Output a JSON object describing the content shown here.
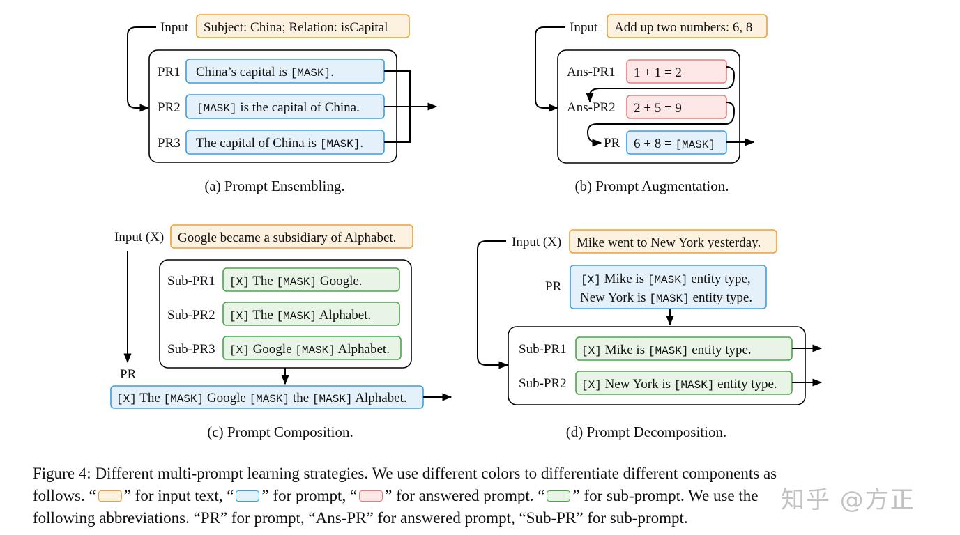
{
  "panel_a": {
    "input_label": "Input",
    "input_text": "Subject: China; Relation: isCapital",
    "rows": [
      {
        "label": "PR1",
        "pre": "China’s capital is ",
        "mask": "[MASK]",
        "post": "."
      },
      {
        "label": "PR2",
        "pre": "",
        "mask": "[MASK]",
        "post": "  is the capital of China."
      },
      {
        "label": "PR3",
        "pre": "The capital of China is ",
        "mask": "[MASK]",
        "post": "."
      }
    ],
    "caption": "(a) Prompt Ensembling."
  },
  "panel_b": {
    "input_label": "Input",
    "input_text": "Add up two numbers: 6, 8",
    "rows": [
      {
        "label": "Ans-PR1",
        "text": "1 + 1 = 2"
      },
      {
        "label": "Ans-PR2",
        "text": "2 + 5 = 9"
      }
    ],
    "pr_label": "PR",
    "pr_pre": "6 + 8 = ",
    "pr_mask": "[MASK]",
    "caption": "(b) Prompt Augmentation."
  },
  "panel_c": {
    "input_label": "Input (X)",
    "input_text": "Google became a subsidiary of Alphabet.",
    "subs": [
      {
        "label": "Sub-PR1",
        "x": "[X]",
        "pre": " The ",
        "mask": "[MASK]",
        "post": " Google."
      },
      {
        "label": "Sub-PR2",
        "x": "[X]",
        "pre": " The ",
        "mask": "[MASK]",
        "post": " Alphabet."
      },
      {
        "label": "Sub-PR3",
        "x": "[X]",
        "pre": " Google ",
        "mask": "[MASK]",
        "post": " Alphabet."
      }
    ],
    "pr_label": "PR",
    "pr_parts": {
      "x": "[X]",
      "t1": " The ",
      "m1": "[MASK]",
      "t2": " Google ",
      "m2": "[MASK]",
      "t3": " the ",
      "m3": "[MASK]",
      "t4": " Alphabet."
    },
    "caption": "(c) Prompt Composition."
  },
  "panel_d": {
    "input_label": "Input (X)",
    "input_text": "Mike went to New York yesterday.",
    "pr_label": "PR",
    "pr_line1": {
      "x": "[X]",
      "pre": " Mike is ",
      "mask": "[MASK]",
      "post": " entity type,"
    },
    "pr_line2": {
      "pre": "New York is ",
      "mask": "[MASK]",
      "post": " entity type."
    },
    "subs": [
      {
        "label": "Sub-PR1",
        "x": "[X]",
        "pre": "  Mike is ",
        "mask": "[MASK]",
        "post": " entity type."
      },
      {
        "label": "Sub-PR2",
        "x": "[X]",
        "pre": "  New York is ",
        "mask": "[MASK]",
        "post": " entity type."
      }
    ],
    "caption": "(d) Prompt Decomposition."
  },
  "caption": {
    "line1": "Figure 4: Different multi-prompt learning strategies. We use different colors to differentiate different components as",
    "l2_a": "follows. “",
    "l2_b": "” for input text, “",
    "l2_c": "” for prompt, “",
    "l2_d": "” for answered prompt. “",
    "l2_e": "” for sub-prompt. We use the",
    "line3": "following abbreviations. “PR” for prompt, “Ans-PR” for answered prompt, “Sub-PR” for sub-prompt."
  },
  "watermark": "知乎 @方正",
  "colors": {
    "input_fill": "#fdf1e0",
    "input_stroke": "#efa030",
    "prompt_fill": "#e4f1fb",
    "prompt_stroke": "#3a9ee0",
    "answered_fill": "#fde7e7",
    "answered_stroke": "#ec7b7b",
    "sub_fill": "#e8f5e6",
    "sub_stroke": "#4aa64a"
  }
}
